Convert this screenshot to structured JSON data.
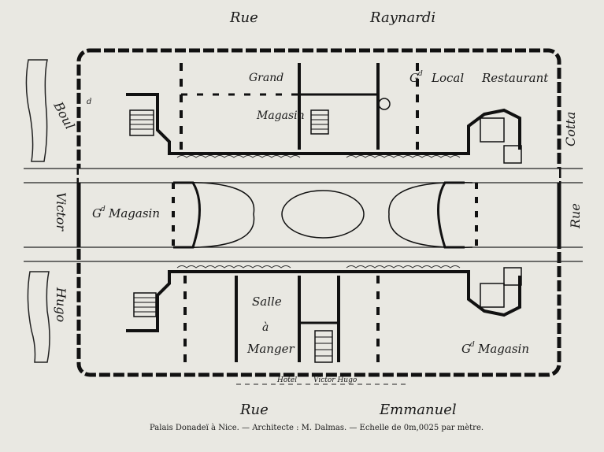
{
  "streets": {
    "top": [
      "Rue",
      "Raynardi"
    ],
    "left": [
      "Boul",
      "Victor",
      "Hugo"
    ],
    "left_sup": "d",
    "right": [
      "Cotta",
      "Rue"
    ],
    "bottom": [
      "Rue",
      "Emmanuel"
    ]
  },
  "rooms": {
    "grand_magasin_top": [
      "Grand",
      "Magasin"
    ],
    "local_restaurant": [
      "G",
      "Local",
      "Restaurant"
    ],
    "local_sup": "d",
    "gd_magasin_left": [
      "G",
      "Magasin"
    ],
    "gd_sup": "d",
    "salle_a_manger": [
      "Salle",
      "à",
      "Manger"
    ],
    "gd_magasin_bottom": [
      "G",
      "Magasin"
    ]
  },
  "hotel_label": [
    "Hotel",
    "Victor Hugo"
  ],
  "caption": "Palais Donadeï à Nice. — Architecte : M. Dalmas. — Echelle de 0m,0025 par mètre."
}
